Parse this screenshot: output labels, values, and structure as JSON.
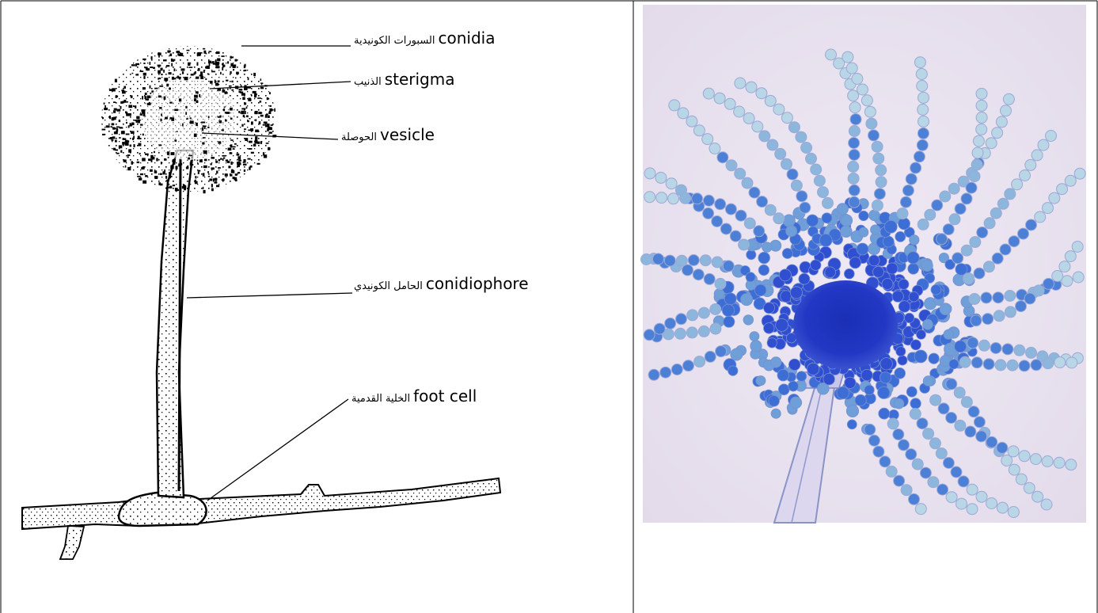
{
  "labels": {
    "conidia": {
      "en": "conidia",
      "ar": "السبورات الكونيدية"
    },
    "sterigma": {
      "en": "sterigma",
      "ar": "الذنيب"
    },
    "vesicle": {
      "en": "vesicle",
      "ar": "الحوصلة"
    },
    "conidiophore": {
      "en": "conidiophore",
      "ar": "الحامل الكونيدي"
    },
    "foot_cell": {
      "en": "foot cell",
      "ar": "الخلية القدمية"
    }
  },
  "colors": {
    "stain_blue": "#2a3fc0",
    "background_lavender": "#e9e3f0",
    "conidium_light": "#b8d6e6",
    "border": "#000000"
  }
}
